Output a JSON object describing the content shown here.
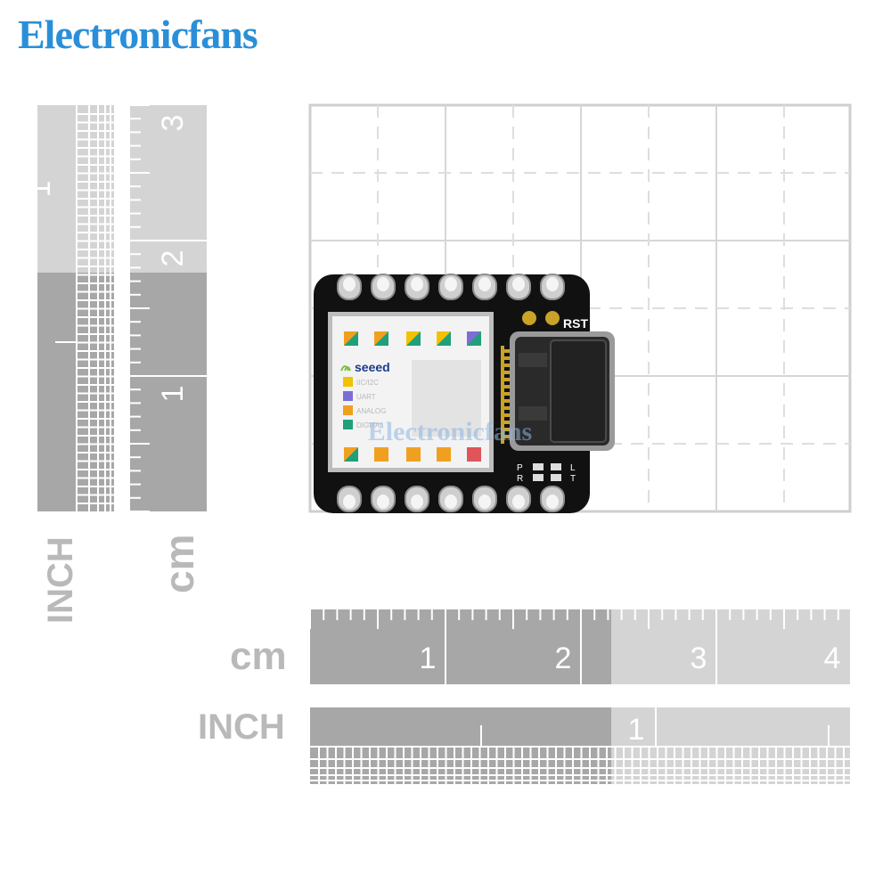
{
  "brand": {
    "name": "Electronicfans",
    "color": "#2a8fd8"
  },
  "watermark": {
    "text": "Electronicfans"
  },
  "vertical_rulers": {
    "inch": {
      "label": "INCH",
      "numbers": [
        "1"
      ]
    },
    "cm": {
      "label": "cm",
      "numbers": [
        "1",
        "2",
        "3"
      ]
    }
  },
  "horizontal_rulers": {
    "cm": {
      "label": "cm",
      "numbers": [
        "1",
        "2",
        "3",
        "4"
      ]
    },
    "inch": {
      "label": "INCH",
      "numbers": [
        "1"
      ]
    }
  },
  "board": {
    "logo": "seeed",
    "legend": [
      "IIC/I2C",
      "UART",
      "ANALOG",
      "DIGITAL"
    ],
    "legend_colors": [
      "#f2c200",
      "#7b6fd6",
      "#f0a020",
      "#1fa07a"
    ],
    "silkscreen": {
      "rst": "RST",
      "pwr": "P\nR",
      "ut": "L\nT"
    }
  },
  "colors": {
    "ruler_dark": "#a7a7a7",
    "ruler_light": "#d4d4d4",
    "grid_line": "#d9d9d9",
    "board": "#111111",
    "pad": "#c9c9c9"
  }
}
